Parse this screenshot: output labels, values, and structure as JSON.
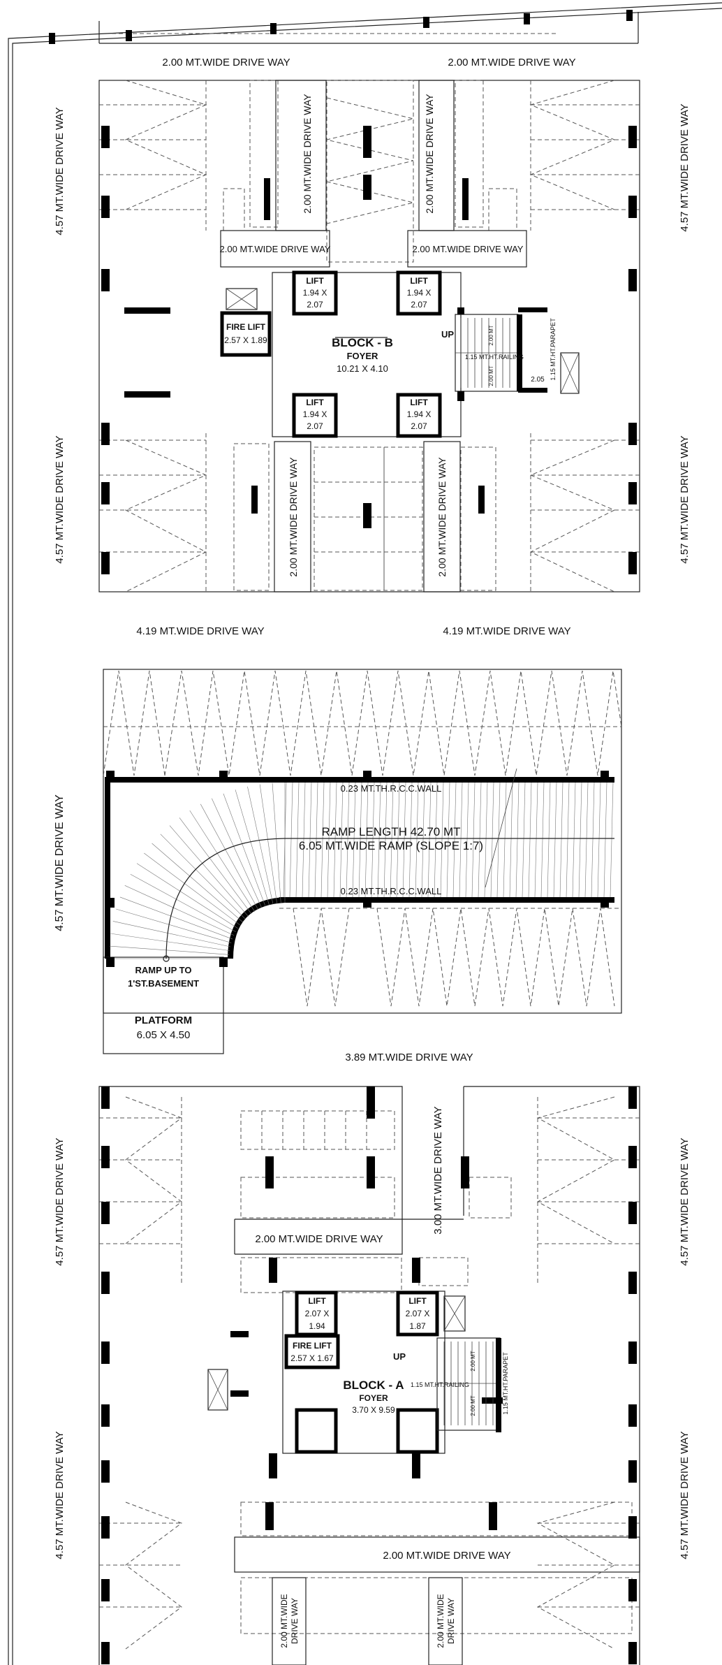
{
  "drive_ways": {
    "top_left": "2.00 MT.WIDE DRIVE WAY",
    "top_right": "2.00 MT.WIDE DRIVE WAY",
    "side_457": "4.57 MT.WIDE DRIVE WAY",
    "b_inner_200": "2.00 MT.WIDE DRIVE WAY",
    "mid_419": "4.19 MT.WIDE DRIVE WAY",
    "mid_389": "3.89 MT.WIDE DRIVE WAY",
    "a_300": "3.00 MT.WIDE DRIVE WAY",
    "a_200_stack_1": "2.00 MT.WIDE",
    "a_200_stack_2": "DRIVE WAY"
  },
  "block_b": {
    "title": "BLOCK - B",
    "foyer": "FOYER",
    "foyer_dims": "10.21 X 4.10",
    "lift_label": "LIFT",
    "lift_dim_1": "1.94 X",
    "lift_dim_2": "2.07",
    "fire_lift_label": "FIRE  LIFT",
    "fire_lift_dims": "2.57 X 1.89",
    "up": "UP",
    "railing": "1.15 MT.HT.RAILING",
    "parapet": "1.15 MT.HT.PARAPET",
    "dim_205": "2.05",
    "stair_dim": "2.00 MT"
  },
  "ramp": {
    "wall_label": "0.23 MT.TH.R.C.C.WALL",
    "overlap_line_1": "RAMP LENGTH 42.70 MT",
    "overlap_line_2": "6.05 MT.WIDE RAMP (SLOPE 1:7)",
    "up_line_1": "RAMP UP TO",
    "up_line_2": "1'ST.BASEMENT",
    "platform": "PLATFORM",
    "platform_dims": "6.05 X 4.50"
  },
  "block_a": {
    "title": "BLOCK - A",
    "foyer": "FOYER",
    "foyer_dims": "3.70 X 9.59",
    "lift_label": "LIFT",
    "lift1_dim_1": "2.07 X",
    "lift1_dim_2": "1.94",
    "lift_dim_1": "2.07 X",
    "lift_dim_2": "1.87",
    "fire_lift_label": "FIRE LIFT",
    "fire_lift_dims": "2.57 X 1.67",
    "up": "UP",
    "railing": "1.15 MT.HT.RAILING",
    "parapet": "1.15 MT.HT.PARAPET",
    "stair_dim": "2.00 MT"
  }
}
